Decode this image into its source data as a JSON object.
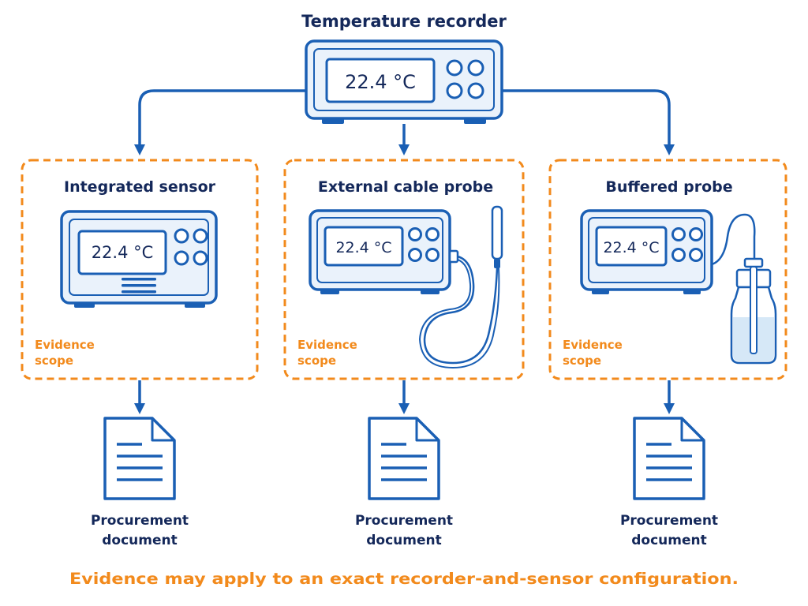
{
  "recorder": {
    "title": "Temperature recorder",
    "display": "22.4 °C"
  },
  "configs": [
    {
      "title": "Integrated sensor",
      "display": "22.4 °C",
      "scope_line1": "Evidence",
      "scope_line2": "scope",
      "doc_line1": "Procurement",
      "doc_line2": "document"
    },
    {
      "title": "External cable probe",
      "display": "22.4 °C",
      "scope_line1": "Evidence",
      "scope_line2": "scope",
      "doc_line1": "Procurement",
      "doc_line2": "document"
    },
    {
      "title": "Buffered probe",
      "display": "22.4 °C",
      "scope_line1": "Evidence",
      "scope_line2": "scope",
      "doc_line1": "Procurement",
      "doc_line2": "document"
    }
  ],
  "footer": "Evidence may apply to an exact recorder-and-sensor configuration.",
  "colors": {
    "navy": "#14285a",
    "blue": "#1a5fb4",
    "orange": "#f28a1c",
    "device_fill": "#eaf2fb",
    "buffer_fill": "#d6e8f7"
  },
  "icons": [
    "recorder-device-icon",
    "integrated-sensor-icon",
    "cable-probe-icon",
    "buffered-probe-icon",
    "document-icon",
    "arrow-down-icon"
  ]
}
